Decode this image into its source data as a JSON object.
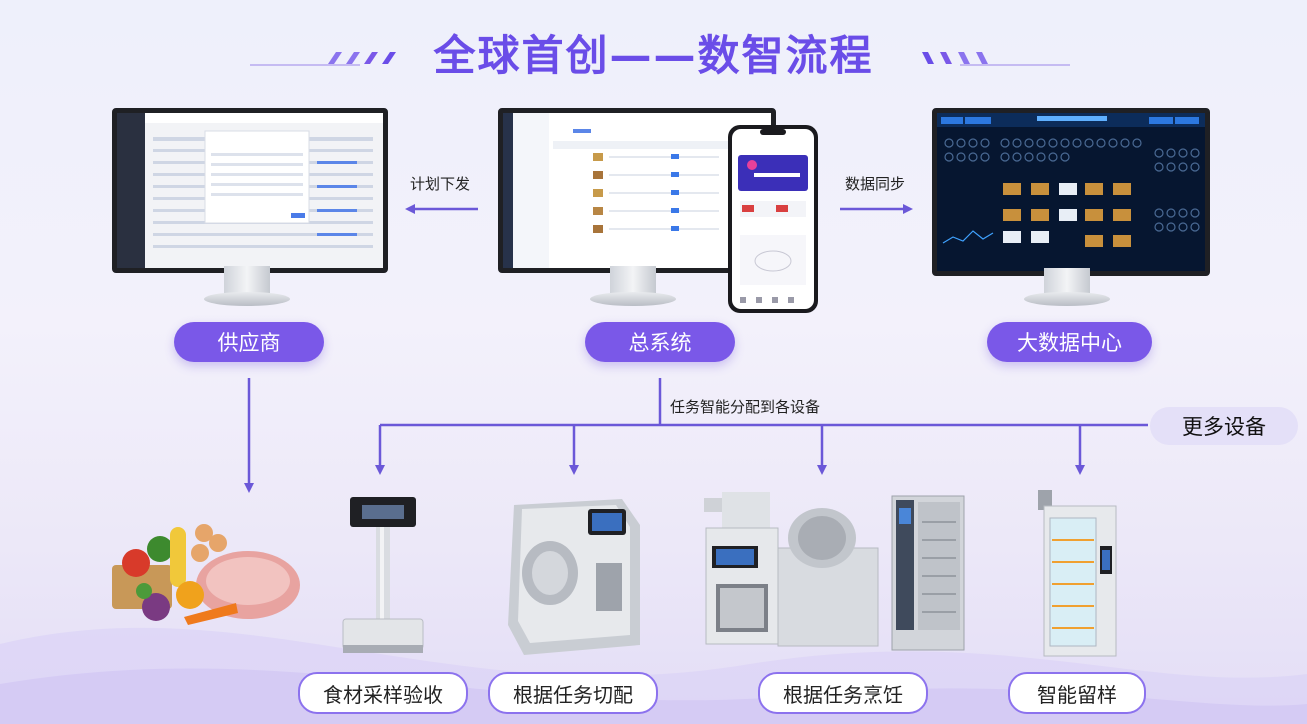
{
  "title": "全球首创——数智流程",
  "flow_left_label": "计划下发",
  "flow_right_label": "数据同步",
  "nodes": {
    "supplier": "供应商",
    "main_system": "总系统",
    "big_data": "大数据中心"
  },
  "distribution_label": "任务智能分配到各设备",
  "more_devices": "更多设备",
  "devices": {
    "sampling": "食材采样验收",
    "cutting": "根据任务切配",
    "cooking": "根据任务烹饪",
    "retention": "智能留样"
  },
  "colors": {
    "accent": "#7a58e8",
    "title": "#6a4de8",
    "line": "#6b58d8"
  }
}
